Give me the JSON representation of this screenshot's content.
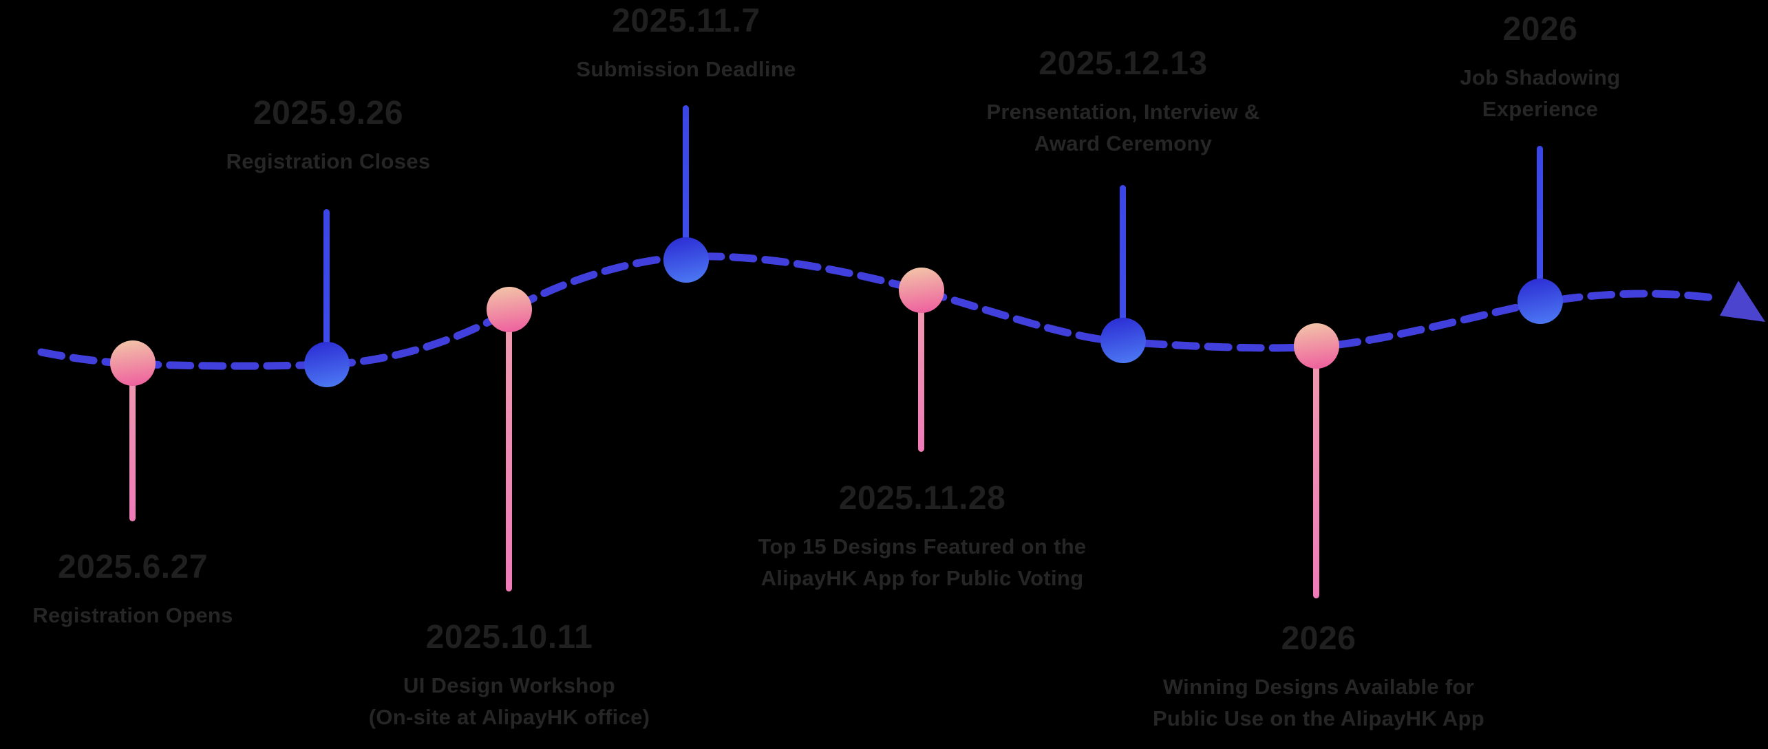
{
  "timeline": {
    "milestones": [
      {
        "date": "2025.6.27",
        "dot": "pink",
        "side": "below",
        "lines": [
          "Registration Opens"
        ]
      },
      {
        "date": "2025.9.26",
        "dot": "blue",
        "side": "above",
        "lines": [
          "Registration Closes"
        ]
      },
      {
        "date": "2025.10.11",
        "dot": "pink",
        "side": "below",
        "lines": [
          "UI Design Workshop",
          "(On-site at AlipayHK office)"
        ]
      },
      {
        "date": "2025.11.7",
        "dot": "blue",
        "side": "above",
        "lines": [
          "Submission Deadline"
        ]
      },
      {
        "date": "2025.11.28",
        "dot": "pink",
        "side": "below",
        "lines": [
          "Top 15 Designs Featured on the",
          "AlipayHK App for Public Voting"
        ]
      },
      {
        "date": "2025.12.13",
        "dot": "blue",
        "side": "above",
        "lines": [
          "Prensentation, Interview &",
          "Award Ceremony"
        ]
      },
      {
        "date": "2026",
        "dot": "pink",
        "side": "below",
        "lines": [
          "Winning Designs Available for",
          "Public Use on the AlipayHK App"
        ]
      },
      {
        "date": "2026",
        "dot": "blue",
        "side": "above",
        "lines": [
          "Job Shadowing",
          "Experience"
        ]
      }
    ],
    "colors": {
      "background": "#000000",
      "dash_line": "#4240dd",
      "arrow": "#4a44cf",
      "blue_stem": "#3b46e8",
      "blue_stem_2": "#3f4eec",
      "pink_stem": "#f19baf",
      "pink_stem_2": "#f07ab8",
      "pink_dot_top": "#f2c4a8",
      "pink_dot_bottom": "#ee5f9e",
      "blue_dot_top": "#2c2ed4",
      "blue_dot_bottom": "#4e7bf4",
      "date_text": "#202020",
      "desc_text": "#262626"
    }
  }
}
